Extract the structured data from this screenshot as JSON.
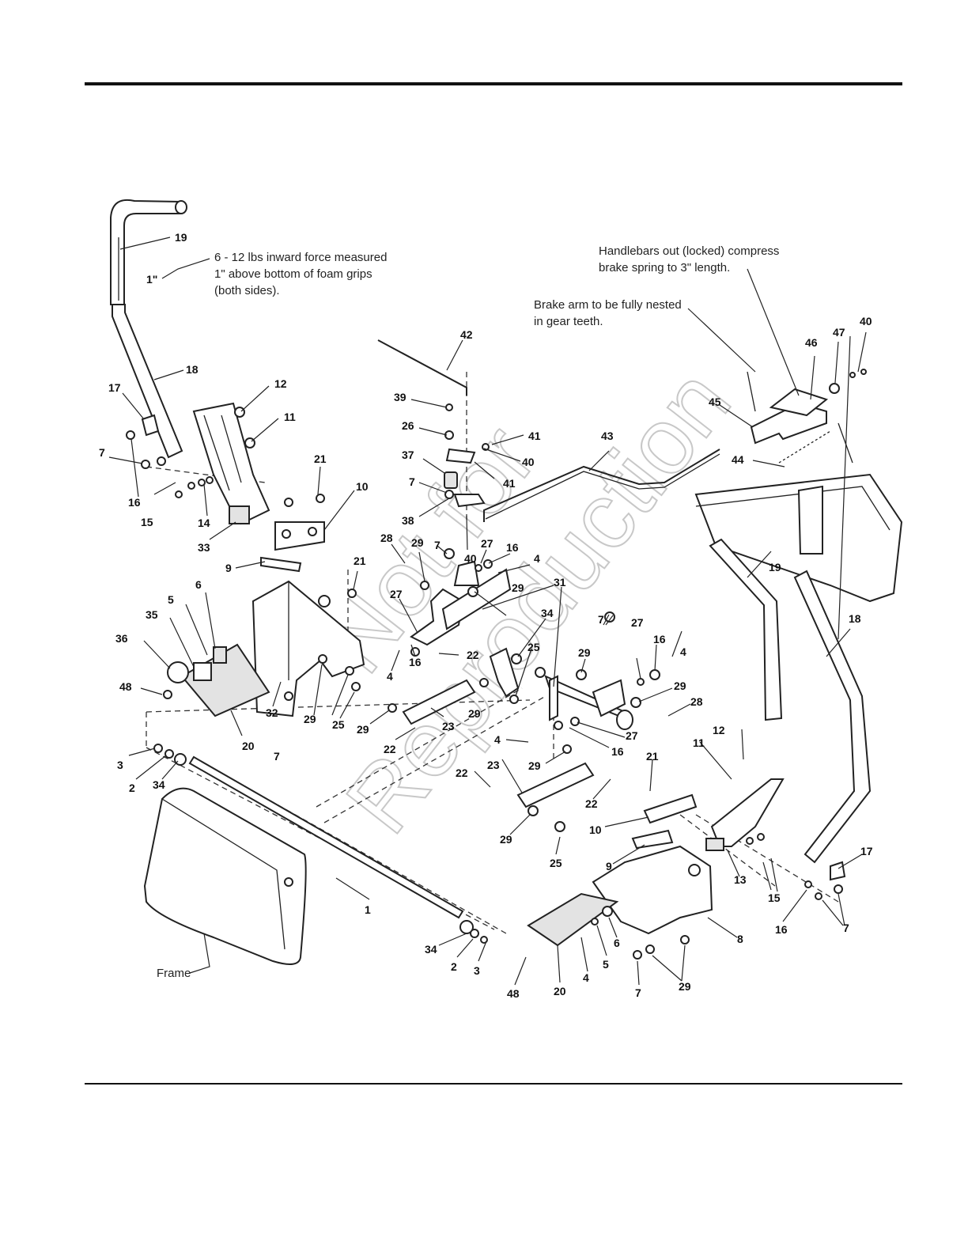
{
  "notes": {
    "force": [
      "6 - 12 lbs inward force measured",
      "1\" above bottom of foam grips",
      "(both sides)."
    ],
    "force_marker": "1\"",
    "brake_spring": [
      "Handlebars out (locked) compress",
      "brake spring to 3\" length."
    ],
    "brake_arm": [
      "Brake arm to be fully nested",
      "in gear teeth."
    ]
  },
  "watermark": [
    "Not for",
    "Reproduction"
  ],
  "frame_label": "Frame",
  "callouts": [
    {
      "n": "19"
    },
    {
      "n": "18"
    },
    {
      "n": "17"
    },
    {
      "n": "12"
    },
    {
      "n": "11"
    },
    {
      "n": "7"
    },
    {
      "n": "16"
    },
    {
      "n": "15"
    },
    {
      "n": "14"
    },
    {
      "n": "33"
    },
    {
      "n": "21"
    },
    {
      "n": "10"
    },
    {
      "n": "9"
    },
    {
      "n": "6"
    },
    {
      "n": "5"
    },
    {
      "n": "35"
    },
    {
      "n": "36"
    },
    {
      "n": "48"
    },
    {
      "n": "20"
    },
    {
      "n": "32"
    },
    {
      "n": "29"
    },
    {
      "n": "7"
    },
    {
      "n": "25"
    },
    {
      "n": "29"
    },
    {
      "n": "22"
    },
    {
      "n": "23"
    },
    {
      "n": "29"
    },
    {
      "n": "3"
    },
    {
      "n": "2"
    },
    {
      "n": "34"
    },
    {
      "n": "1"
    },
    {
      "n": "34"
    },
    {
      "n": "2"
    },
    {
      "n": "3"
    },
    {
      "n": "42"
    },
    {
      "n": "39"
    },
    {
      "n": "26"
    },
    {
      "n": "37"
    },
    {
      "n": "7"
    },
    {
      "n": "41"
    },
    {
      "n": "40"
    },
    {
      "n": "41"
    },
    {
      "n": "38"
    },
    {
      "n": "40"
    },
    {
      "n": "43"
    },
    {
      "n": "28"
    },
    {
      "n": "29"
    },
    {
      "n": "7"
    },
    {
      "n": "27"
    },
    {
      "n": "16"
    },
    {
      "n": "4"
    },
    {
      "n": "21"
    },
    {
      "n": "27"
    },
    {
      "n": "29"
    },
    {
      "n": "4"
    },
    {
      "n": "16"
    },
    {
      "n": "31"
    },
    {
      "n": "34"
    },
    {
      "n": "25"
    },
    {
      "n": "22"
    },
    {
      "n": "46"
    },
    {
      "n": "47"
    },
    {
      "n": "40"
    },
    {
      "n": "45"
    },
    {
      "n": "44"
    },
    {
      "n": "19"
    },
    {
      "n": "18"
    },
    {
      "n": "7"
    },
    {
      "n": "29"
    },
    {
      "n": "27"
    },
    {
      "n": "16"
    },
    {
      "n": "4"
    },
    {
      "n": "29"
    },
    {
      "n": "28"
    },
    {
      "n": "27"
    },
    {
      "n": "16"
    },
    {
      "n": "4"
    },
    {
      "n": "29"
    },
    {
      "n": "22"
    },
    {
      "n": "23"
    },
    {
      "n": "22"
    },
    {
      "n": "21"
    },
    {
      "n": "10"
    },
    {
      "n": "29"
    },
    {
      "n": "25"
    },
    {
      "n": "9"
    },
    {
      "n": "12"
    },
    {
      "n": "11"
    },
    {
      "n": "13"
    },
    {
      "n": "15"
    },
    {
      "n": "17"
    },
    {
      "n": "16"
    },
    {
      "n": "7"
    },
    {
      "n": "8"
    },
    {
      "n": "6"
    },
    {
      "n": "5"
    },
    {
      "n": "4"
    },
    {
      "n": "20"
    },
    {
      "n": "48"
    },
    {
      "n": "7"
    },
    {
      "n": "29"
    }
  ]
}
